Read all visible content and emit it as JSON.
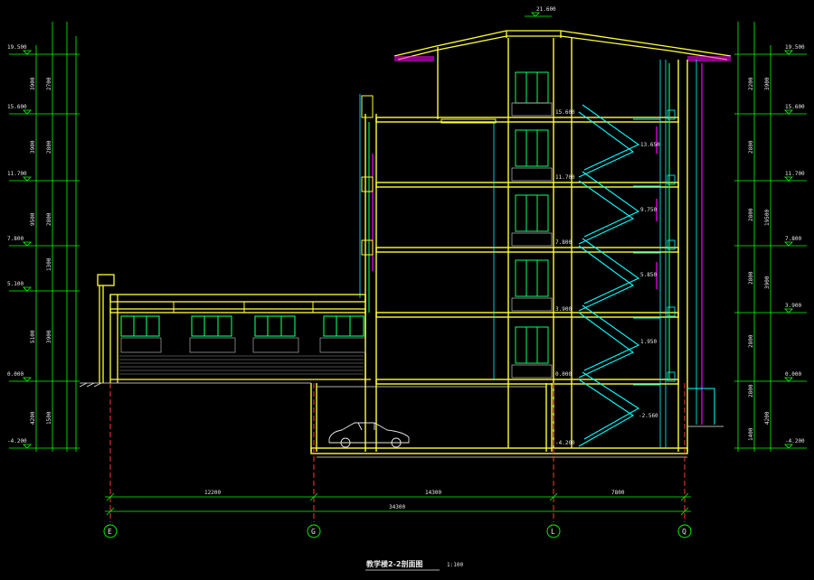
{
  "colors": {
    "background": "#000000",
    "structure": "#ffff33",
    "window": "#00ff66",
    "stair": "#00ffff",
    "dimension": "#00ff00",
    "annotation": "#e8e8e8",
    "axis": "#ff3333",
    "accent": "#ff00ff"
  },
  "drawing": {
    "title": "教学楼2-2剖面图",
    "scale": "1:100",
    "ridge_level": "21.600"
  },
  "left_levels": [
    "19.500",
    "15.600",
    "11.700",
    "7.800",
    "5.100",
    "0.000",
    "-4.200"
  ],
  "left_dims_outer": [
    "3900",
    "3900",
    "9500",
    "5100",
    "4200"
  ],
  "left_dims_inner": [
    "2700",
    "2800",
    "2800",
    "1300",
    "3900",
    "1500"
  ],
  "right_levels": [
    "19.500",
    "15.600",
    "11.700",
    "7.800",
    "3.900",
    "0.000",
    "-4.200"
  ],
  "right_dims_outer": [
    "3900",
    "19500",
    "3900",
    "4200"
  ],
  "right_dims_inner": [
    "2200",
    "2800",
    "2800",
    "2800",
    "2800",
    "2800",
    "1400"
  ],
  "stair_levels": [
    "13.650",
    "9.750",
    "5.850",
    "1.950",
    "-2.560"
  ],
  "floor_levels": [
    "15.600",
    "11.700",
    "7.800",
    "3.900",
    "0.000",
    "-4.200"
  ],
  "axis_labels": [
    "E",
    "G",
    "L",
    "Q"
  ],
  "dim_spans": [
    "12200",
    "14300",
    "7800"
  ],
  "dim_total": "34300"
}
